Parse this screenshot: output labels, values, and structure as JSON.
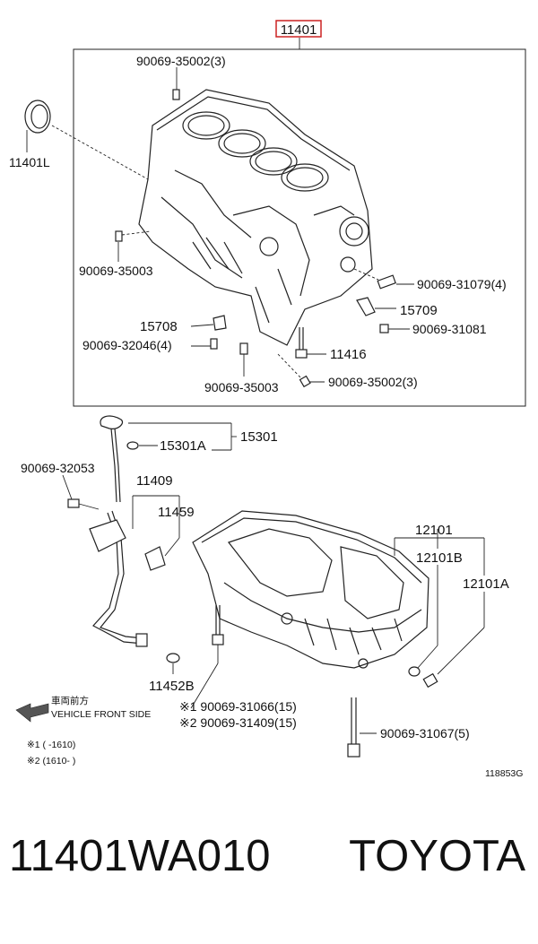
{
  "diagram": {
    "highlight_color": "#cc2222",
    "title_part": "11401",
    "labels": {
      "bolt_35002_3_top": "90069-35002(3)",
      "seal_11401L": "11401L",
      "bolt_35003_left": "90069-35003",
      "bolt_31079": "90069-31079(4)",
      "part_15709": "15709",
      "part_15708": "15708",
      "bolt_31081": "90069-31081",
      "bolt_32046": "90069-32046(4)",
      "part_11416": "11416",
      "bolt_35003_bottom": "90069-35003",
      "bolt_35002_3_bottom": "90069-35002(3)",
      "part_15301": "15301",
      "part_15301A": "15301A",
      "bolt_32053": "90069-32053",
      "part_11409": "11409",
      "part_11459": "11459",
      "part_12101": "12101",
      "part_12101B": "12101B",
      "part_12101A": "12101A",
      "part_11452B": "11452B",
      "bolt_31066": "※1 90069-31066(15)",
      "bolt_31409": "※2 90069-31409(15)",
      "bolt_31067": "90069-31067(5)",
      "front_jp": "車両前方",
      "front_en": "VEHICLE FRONT SIDE",
      "note1": "※1 (        -1610)",
      "note2": "※2 (1610-        )",
      "figure_code": "118853G"
    }
  },
  "footer": {
    "part_number": "11401WA010",
    "brand": "TOYOTA"
  }
}
